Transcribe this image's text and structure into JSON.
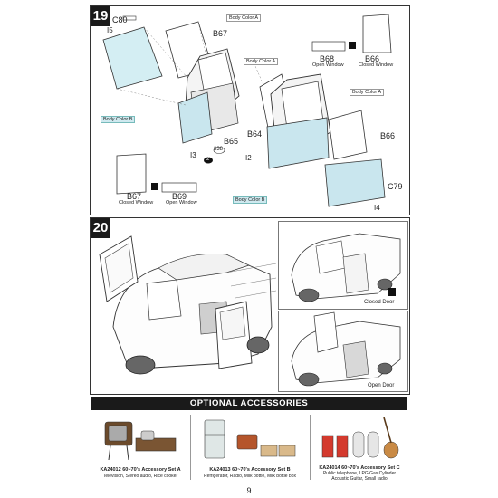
{
  "step19": {
    "number": "19",
    "parts": {
      "c80": "C80",
      "i5": "I5",
      "b67": "B67",
      "b68": "B68",
      "b66_top": "B66",
      "b64": "B64",
      "b66_mid": "B66",
      "b65": "B65",
      "i3": "I3",
      "i2": "I2",
      "c79": "C79",
      "i4": "I4",
      "b67_bot": "B67",
      "b69": "B69",
      "glue_a": "338",
      "glue_b": "2"
    },
    "color_tags": {
      "body_a1": "Body Color A",
      "body_a2": "Body Color A",
      "body_a3": "Body Color A",
      "body_b1": "Body Color B",
      "body_b2": "Body Color B"
    },
    "captions": {
      "open_window_top": "Open Window",
      "closed_window_top": "Closed Window",
      "closed_window_bot": "Closed Window",
      "open_window_bot": "Open Window"
    }
  },
  "step20": {
    "number": "20",
    "captions": {
      "closed_door": "Closed Door",
      "open_door": "Open Door"
    }
  },
  "accessories": {
    "header": "OPTIONAL ACCESSORIES",
    "items": [
      {
        "code": "KA24012 60~70's Accessory Set A",
        "desc": "Television, Stereo audio, Rice cooker"
      },
      {
        "code": "KA24013 60~70's Accessory Set B",
        "desc": "Refrigerator, Radio, Milk bottle, Milk bottle box"
      },
      {
        "code": "KA24014 60~70's Accessory Set C",
        "desc": "Public telephone, LPG Gas Cylinder\nAcoustic Guitar, Small radio"
      }
    ]
  },
  "page_number": "9"
}
